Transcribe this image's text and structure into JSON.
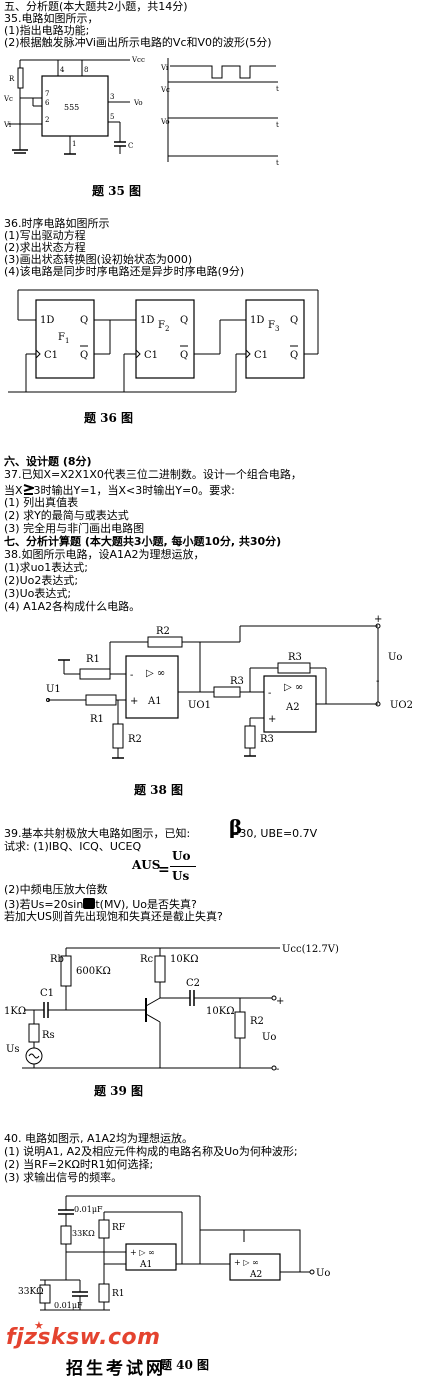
{
  "sec5": {
    "heading": "五、分析题(本大题共2小题，共14分)",
    "q35": {
      "l1": "35.电路如图所示，",
      "l2": "(1)指出电路功能;",
      "l3": "(2)根据触发脉冲Vi画出所示电路的Vc和V0的波形(5分)",
      "vcc": "Vcc",
      "r": "R",
      "vc": "Vc",
      "vi": "Vi",
      "chip": "555",
      "p4": "4",
      "p8": "8",
      "p7": "7",
      "p6": "6",
      "p2": "2",
      "p1": "1",
      "p3": "3",
      "p5": "5",
      "vo": "Vo",
      "c": "C",
      "wvi": "Vi",
      "wvc": "Vc",
      "wvo": "Vo",
      "t": "t",
      "caption": "题 35 图"
    },
    "q36": {
      "l1": "36.时序电路如图所示",
      "l2": "(1)写出驱动方程",
      "l3": "(2)求出状态方程",
      "l4": "(3)画出状态转换图(设初始状态为000)",
      "l5": "(4)该电路是同步时序电路还是异步时序电路(9分)",
      "ff1": {
        "d": "1D",
        "q": "Q",
        "name": "F",
        "sub": "1",
        "c": "C1",
        "qb": "Q"
      },
      "ff2": {
        "d": "1D",
        "q": "Q",
        "name": "F",
        "sub": "2",
        "c": "C1",
        "qb": "Q"
      },
      "ff3": {
        "d": "1D",
        "q": "Q",
        "name": "F",
        "sub": "3",
        "c": "C1",
        "qb": "Q"
      },
      "caption": "题 36 图"
    }
  },
  "sec6": {
    "heading": "六、设计题 (8分)",
    "q37": {
      "l1": "37.已知X=X2X1X0代表三位二进制数。设计一个组合电路，",
      "l2a": "当X",
      "l2b": "3时输出Y=1，当X<3时输出Y=0。要求:",
      "l3": "(1) 列出真值表",
      "l4": "(2) 求Y的最简与或表达式",
      "l5": "(3) 完全用与非门画出电路图"
    }
  },
  "sec7": {
    "heading": "七、分析计算题 (本大题共3小题, 每小题10分, 共30分)",
    "q38": {
      "l1": "38.如图所示电路，设A1A2为理想运放，",
      "l2": "(1)求uo1表达式;",
      "l3": "(2)Uo2表达式;",
      "l4": "(3)Uo表达式;",
      "l5": "(4) A1A2各构成什么电路。",
      "r1a": "R1",
      "r2a": "R2",
      "r3a": "R3",
      "r1b": "R1",
      "r2b": "R2",
      "r3b": "R3",
      "r3c": "R3",
      "u1": "U1",
      "a1": "A1",
      "a2": "A2",
      "uo1": "UO1",
      "uo": "Uo",
      "uo2": "UO2",
      "inf1": "▷ ∞",
      "inf2": "▷ ∞",
      "plus": "+",
      "minus": "-",
      "caption": "题 38 图"
    },
    "q39": {
      "l1a": "39.基本共射极放大电路如图示，已知:",
      "beta": "β",
      "l1b": "=30, UBE=0.7V",
      "l2": "试求: (1)IBQ、ICQ、UCEQ",
      "aus": "AUS",
      "frac_num": "Uo",
      "frac_den": "Us",
      "l3": "(2)中频电压放大倍数",
      "l4a": "(3)若Us=20sin",
      "l4b": "t(MV), Uo是否失真?",
      "l5": "若加大US则首先出现饱和失真还是截止失真?",
      "rb": "Rb",
      "rb_val": "600KΩ",
      "rc": "Rc",
      "rc_val": "10KΩ",
      "ucc": "Ucc(12.7V)",
      "c1": "C1",
      "c2": "C2",
      "rs_val": "1KΩ",
      "rs": "Rs",
      "us": "Us",
      "rl_val": "10KΩ",
      "r2": "R2",
      "uo": "Uo",
      "caption": "题 39 图"
    },
    "q40": {
      "l1": "40. 电路如图示, A1A2均为理想运放。",
      "l2": "(1) 说明A1, A2及相应元件构成的电路名称及Uo为何种波形;",
      "l3": "(2) 当RF=2KΩ时R1如何选择;",
      "l4": "(3) 求输出信号的频率。",
      "c_top": "0.01μF",
      "r_top": "33KΩ",
      "rf": "RF",
      "r_left": "33KΩ",
      "c_bot": "0.01μF",
      "r1": "R1",
      "a1": "A1",
      "a2": "A2",
      "op1": "+ ▷ ∞",
      "op2": "+ ▷ ∞",
      "uo": "Uo",
      "caption": "题 40 图"
    }
  },
  "watermark": {
    "site": "fjzsksw.com",
    "slogan": "招生考试网"
  }
}
